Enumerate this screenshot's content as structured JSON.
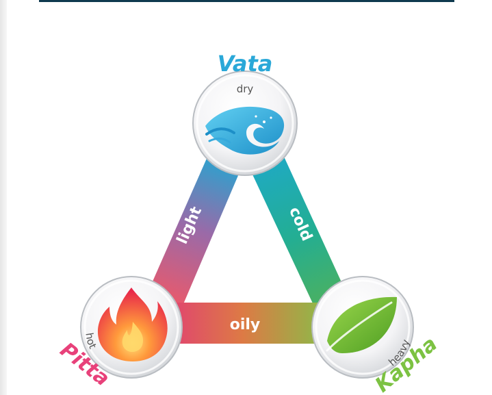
{
  "doshas": {
    "vata": {
      "name": "Vata",
      "quality": "dry",
      "color": "#2aa8d8",
      "icon": "wind-wave-icon"
    },
    "pitta": {
      "name": "Pitta",
      "quality": "hot",
      "color": "#e8417a",
      "icon": "flame-icon"
    },
    "kapha": {
      "name": "Kapha",
      "quality": "heavy",
      "color": "#7cc242",
      "icon": "leaf-icon"
    }
  },
  "edges": {
    "left": "light",
    "right": "cold",
    "bottom": "oily"
  },
  "colors": {
    "top_rule": "#0f3a4f",
    "edge_teal": "#22a7a6",
    "edge_blue": "#3b9bd6",
    "edge_pink": "#d9507a",
    "edge_orange": "#e0703f",
    "edge_green": "#8bb84a"
  }
}
